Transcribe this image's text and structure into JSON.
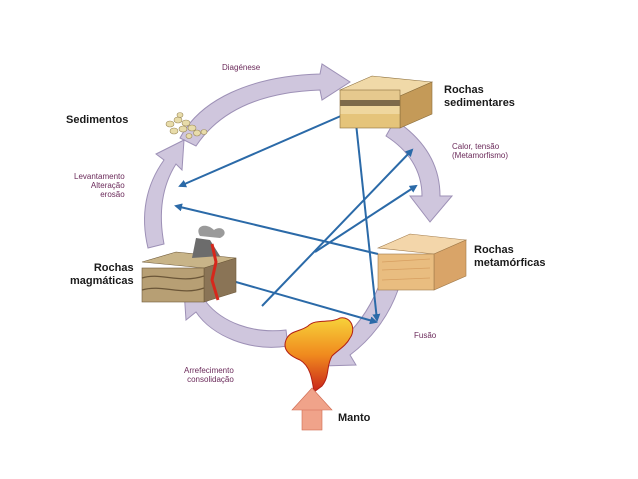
{
  "labels": {
    "sedimentos": "Sedimentos",
    "rochas_sedimentares_1": "Rochas",
    "rochas_sedimentares_2": "sedimentares",
    "rochas_metamorficas_1": "Rochas",
    "rochas_metamorficas_2": "metamórficas",
    "rochas_magmaticas_1": "Rochas",
    "rochas_magmaticas_2": "magmáticas",
    "manto": "Manto"
  },
  "processes": {
    "diagenese": "Diagénese",
    "calor_1": "Calor, tensão",
    "calor_2": "(Metamorfismo)",
    "fusao": "Fusão",
    "arrefecimento_1": "Arrefecimento",
    "arrefecimento_2": "consolidação",
    "levantamento_1": "Levantamento",
    "levantamento_2": "Alteração",
    "levantamento_3": "erosão"
  },
  "colors": {
    "cycle_arrow": "#cfc6dd",
    "cycle_arrow_edge": "#9d90b6",
    "inner_arrow": "#2b6aa8",
    "process_text": "#6b2a5a",
    "manto_arrow": "#f0a38a"
  }
}
